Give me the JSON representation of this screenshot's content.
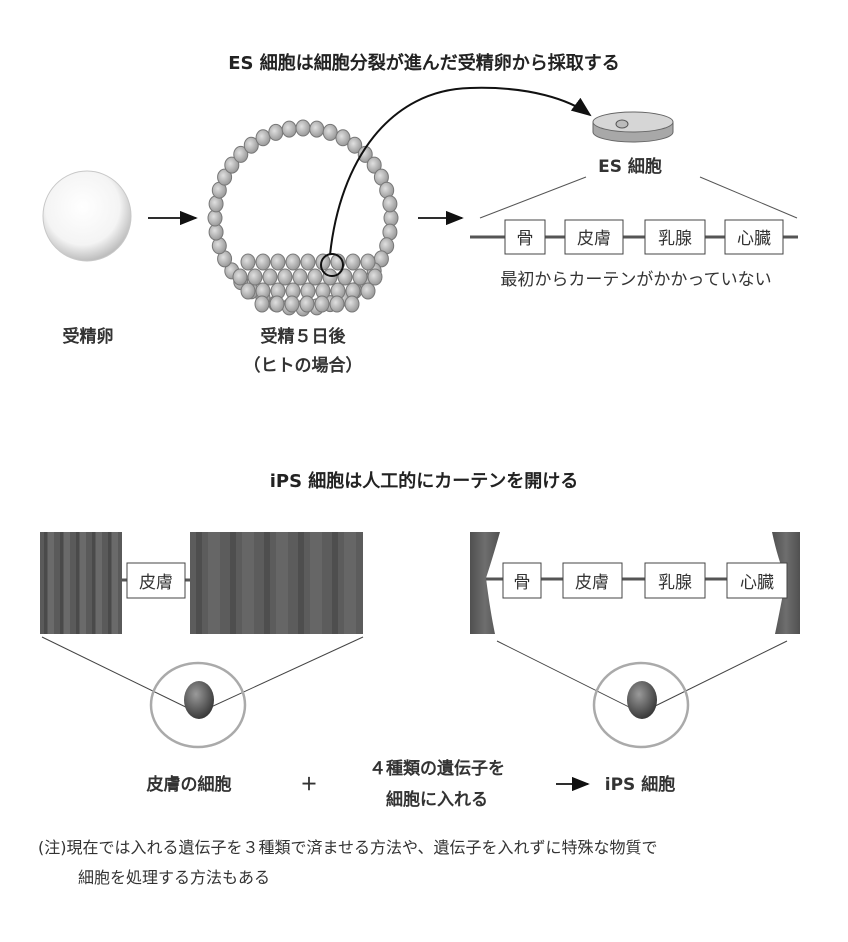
{
  "es_section": {
    "title": "ES 細胞は細胞分裂が進んだ受精卵から採取する",
    "fertilized_egg_label": "受精卵",
    "day5_label_line1": "受精５日後",
    "day5_label_line2": "（ヒトの場合）",
    "es_cell_label": "ES 細胞",
    "organs": [
      "骨",
      "皮膚",
      "乳腺",
      "心臓"
    ],
    "caption": "最初からカーテンがかかっていない"
  },
  "ips_section": {
    "title": "iPS 細胞は人工的にカーテンを開ける",
    "closed_organ": "皮膚",
    "organs": [
      "骨",
      "皮膚",
      "乳腺",
      "心臓"
    ],
    "formula": {
      "skin_cell": "皮膚の細胞",
      "plus": "＋",
      "genes_line1": "４種類の遺伝子を",
      "genes_line2": "細胞に入れる",
      "result": "iPS 細胞"
    }
  },
  "note": {
    "line1": "(注)現在では入れる遺伝子を３種類で済ませる方法や、遺伝子を入れずに特殊な物質で",
    "line2": "細胞を処理する方法もある"
  }
}
